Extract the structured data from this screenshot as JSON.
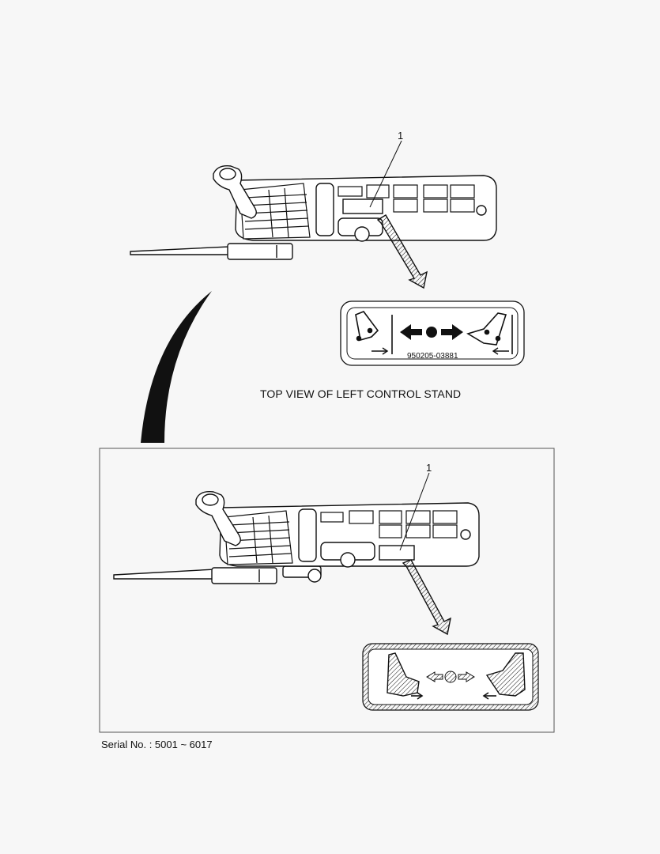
{
  "callouts": {
    "top": "1",
    "bottom": "1"
  },
  "decal": {
    "part_number": "950205-03881"
  },
  "caption": "TOP VIEW OF LEFT CONTROL STAND",
  "serial": "Serial No. : 5001 ~ 6017",
  "colors": {
    "ink": "#111111",
    "paper": "#f7f7f7",
    "frame": "#555555"
  }
}
